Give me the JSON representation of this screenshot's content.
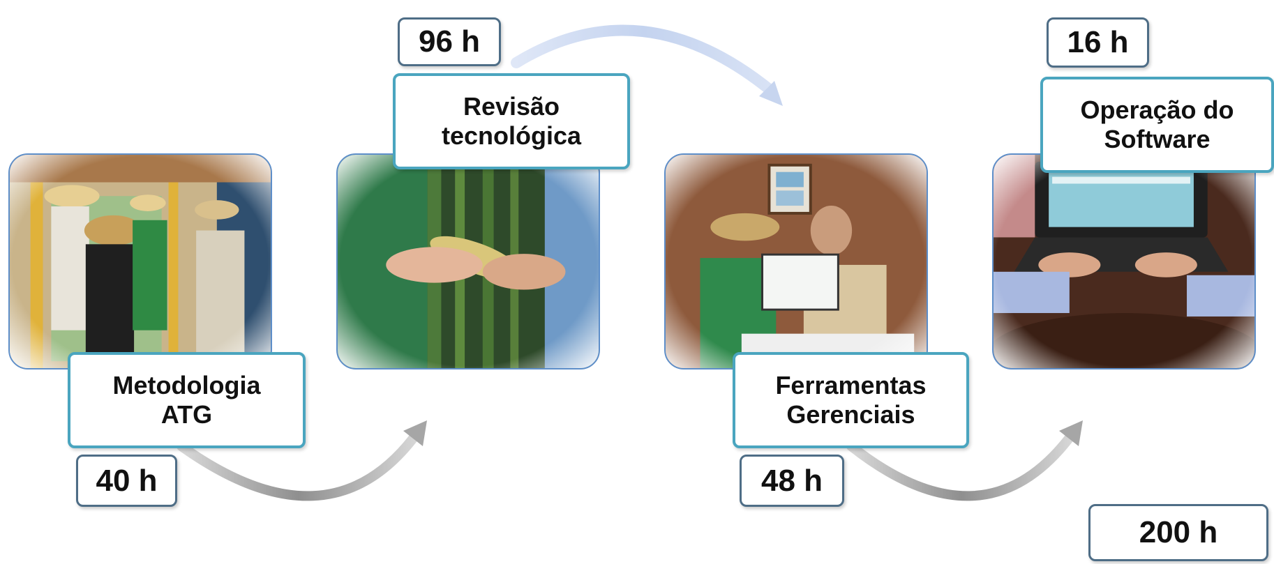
{
  "steps": [
    {
      "title": "Metodologia\nATG",
      "hours": "40 h"
    },
    {
      "title": "Revisão\ntecnológica",
      "hours": "96 h"
    },
    {
      "title": "Ferramentas\nGerenciais",
      "hours": "48 h"
    },
    {
      "title": "Operação do\nSoftware",
      "hours": "16 h"
    }
  ],
  "total": {
    "hours": "200 h"
  },
  "colors": {
    "label_border": "#4aa5bf",
    "hours_border": "#4e6d86",
    "card_border": "#5d8ec9",
    "arrow_gray": "#9a9a9a",
    "arrow_blue": "#cdd9f2"
  }
}
